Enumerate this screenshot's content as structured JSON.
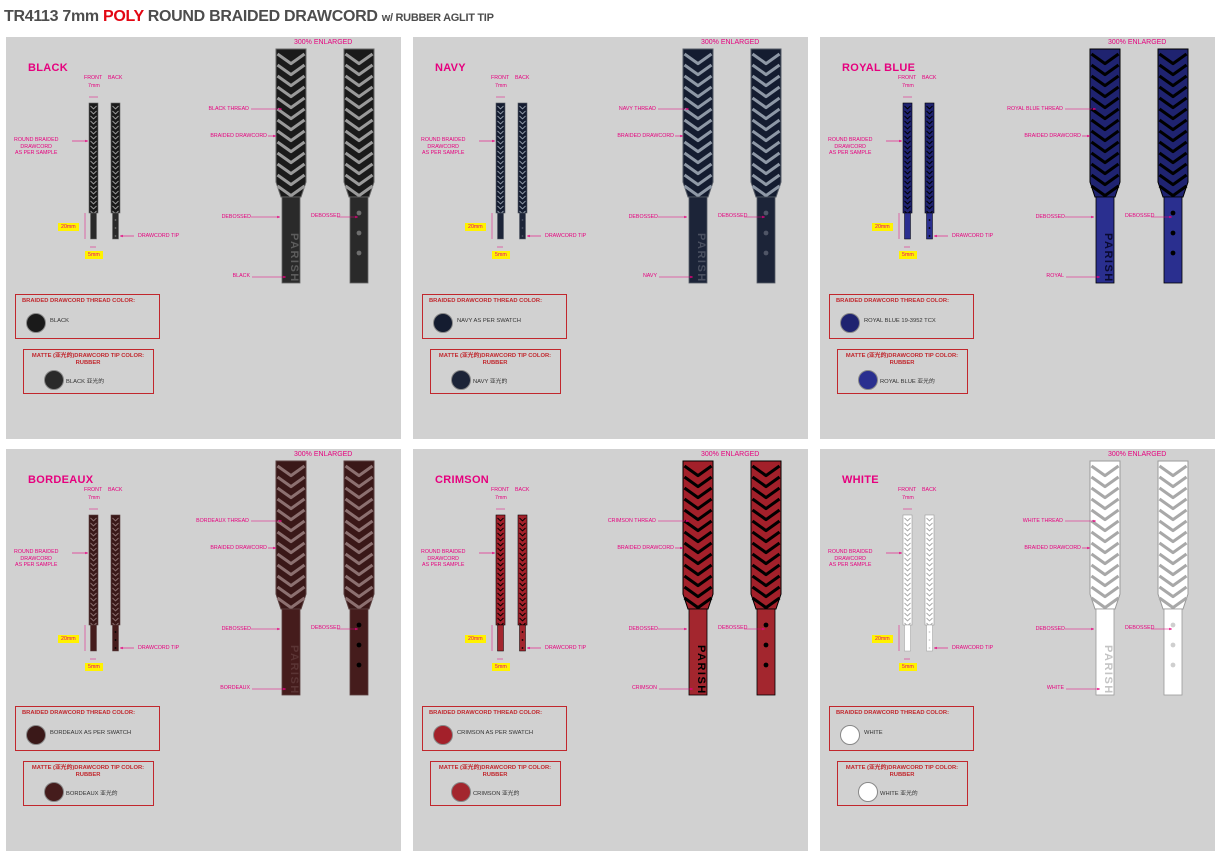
{
  "header": {
    "code": "TR4113 7mm",
    "highlight": "POLY",
    "main": "ROUND BRAIDED DRAWCORD",
    "suffix": "w/ RUBBER AGLIT TIP"
  },
  "shared": {
    "enlarged": "300% ENLARGED",
    "front": "FRONT",
    "back": "BACK",
    "width_7mm": "7mm",
    "round_braided": [
      "ROUND BRAIDED",
      "DRAWCORD",
      "AS PER SAMPLE"
    ],
    "braided_drawcord": "BRAIDED DRAWCORD",
    "debossed": "DEBOSSED",
    "drawcord_tip": "DRAWCORD TIP",
    "dim_20mm": "20mm",
    "dim_5mm": "5mm",
    "brand": "PARISH",
    "thread_box_title": "BRAIDED DRAWCORD THREAD COLOR:",
    "tip_box_title": [
      "MATTE (亚光的)DRAWCORD TIP COLOR:",
      "RUBBER"
    ]
  },
  "variants": [
    {
      "name": "BLACK",
      "thread_label": "BLACK THREAD",
      "tip_label": "BLACK",
      "thread_value": "BLACK",
      "tip_value": "BLACK 亚光的",
      "color": "#1a1a1a",
      "braid": "#9a9a9a",
      "outline": "#666666",
      "tip": "#2a2a2a",
      "text": "#5c5c5c",
      "dot": "#6e6e6e"
    },
    {
      "name": "NAVY",
      "thread_label": "NAVY THREAD",
      "tip_label": "NAVY",
      "thread_value": "NAVY AS PER SWATCH",
      "tip_value": "NAVY 亚光的",
      "color": "#141c30",
      "braid": "#8e98a6",
      "outline": "#555b66",
      "tip": "#1c2438",
      "text": "#4a5060",
      "dot": "#4f5566"
    },
    {
      "name": "ROYAL BLUE",
      "thread_label": "ROYAL BLUE THREAD",
      "tip_label": "ROYAL",
      "thread_value": "ROYAL BLUE 19-3952 TCX",
      "tip_value": "ROYAL BLUE 亚光的",
      "color": "#1f2370",
      "braid": "#000000",
      "outline": "#000000",
      "tip": "#2a2f8f",
      "text": "#0a0a30",
      "dot": "#000000"
    },
    {
      "name": "BORDEAUX",
      "thread_label": "BORDEAUX THREAD",
      "tip_label": "BORDEAUX",
      "thread_value": "BORDEAUX AS PER SWATCH",
      "tip_value": "BORDEAUX 亚光的",
      "color": "#3a1818",
      "braid": "#8c7070",
      "outline": "#5a4040",
      "tip": "#451c1c",
      "text": "#5a3434",
      "dot": "#000000"
    },
    {
      "name": "CRIMSON",
      "thread_label": "CRIMSON THREAD",
      "tip_label": "CRIMSON",
      "thread_value": "CRIMSON AS PER SWATCH",
      "tip_value": "CRIMSON 亚光的",
      "color": "#a3202a",
      "braid": "#000000",
      "outline": "#000000",
      "tip": "#a3262e",
      "text": "#000000",
      "dot": "#000000"
    },
    {
      "name": "WHITE",
      "thread_label": "WHITE THREAD",
      "tip_label": "WHITE",
      "thread_value": "WHITE",
      "tip_value": "WHITE 亚光的",
      "color": "#ffffff",
      "braid": "#a8a8a8",
      "outline": "#9a9a9a",
      "tip": "#ffffff",
      "text": "#c4c4c4",
      "dot": "#cfcfcf"
    }
  ]
}
